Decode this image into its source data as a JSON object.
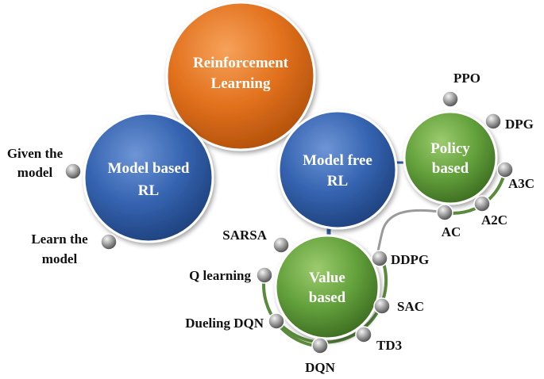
{
  "nodes": {
    "root": {
      "line1": "Reinforcement",
      "line2": "Learning"
    },
    "model_based": {
      "line1": "Model based",
      "line2": "RL"
    },
    "model_free": {
      "line1": "Model free",
      "line2": "RL"
    },
    "policy_based": {
      "line1": "Policy",
      "line2": "based"
    },
    "value_based": {
      "line1": "Value",
      "line2": "based"
    }
  },
  "model_based_leaves": {
    "given_1": "Given the",
    "given_2": "model",
    "learn_1": "Learn the",
    "learn_2": "model"
  },
  "policy_leaves": {
    "ppo": "PPO",
    "dpg": "DPG",
    "a3c": "A3C",
    "a2c": "A2C",
    "ac": "AC"
  },
  "value_leaves": {
    "sarsa": "SARSA",
    "ddpg": "DDPG",
    "q_learning": "Q learning",
    "sac": "SAC",
    "dueling_dqn": "Dueling DQN",
    "td3": "TD3",
    "dqn": "DQN"
  },
  "colors": {
    "orange": "#E2711D",
    "blue": "#2F5EA8",
    "green": "#5E9B3A",
    "green_arc": "#5A8A3C",
    "gray_connector": "#9A9A9A",
    "bead": "#8A8A8A"
  }
}
